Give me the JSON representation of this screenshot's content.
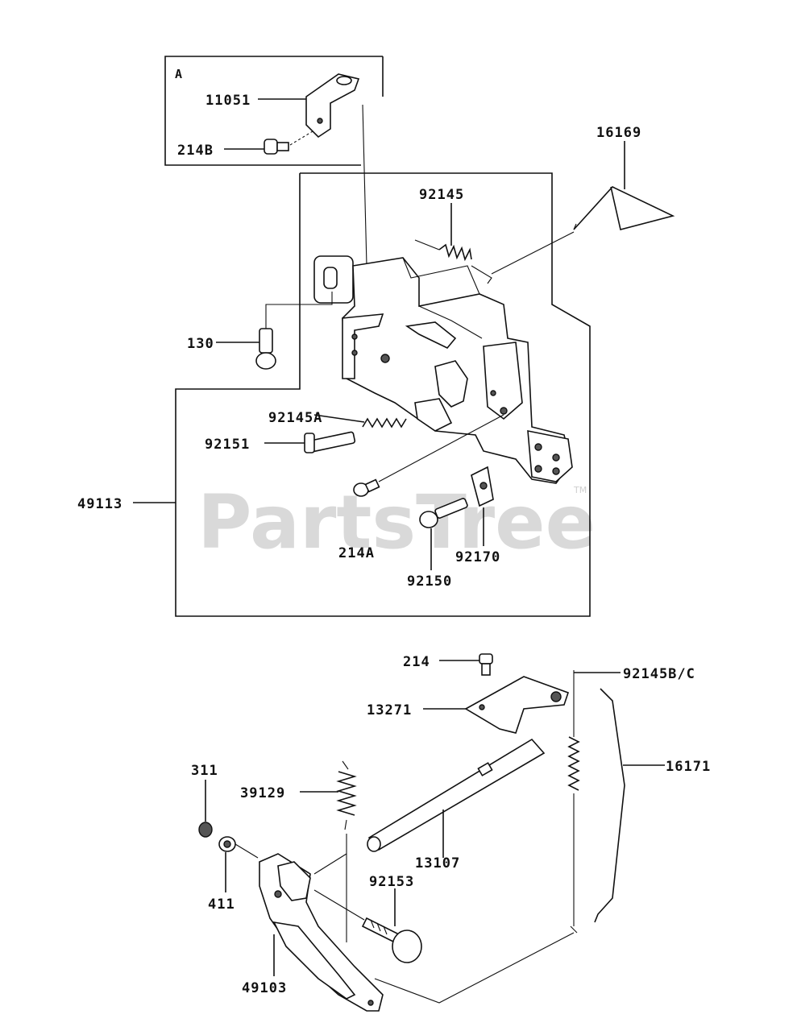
{
  "diagram": {
    "watermark": "PartsTree",
    "watermark_tm": "TM",
    "inset_letter": "A",
    "labels": {
      "p11051": "11051",
      "p214b": "214B",
      "p16169": "16169",
      "p92145": "92145",
      "p130": "130",
      "p92145a": "92145A",
      "p92151": "92151",
      "p49113": "49113",
      "p214a": "214A",
      "p92170": "92170",
      "p92150": "92150",
      "p214": "214",
      "p92145bc": "92145B/C",
      "p13271": "13271",
      "p16171": "16171",
      "p311": "311",
      "p39129": "39129",
      "p13107": "13107",
      "p92153": "92153",
      "p411": "411",
      "p49103": "49103"
    }
  }
}
